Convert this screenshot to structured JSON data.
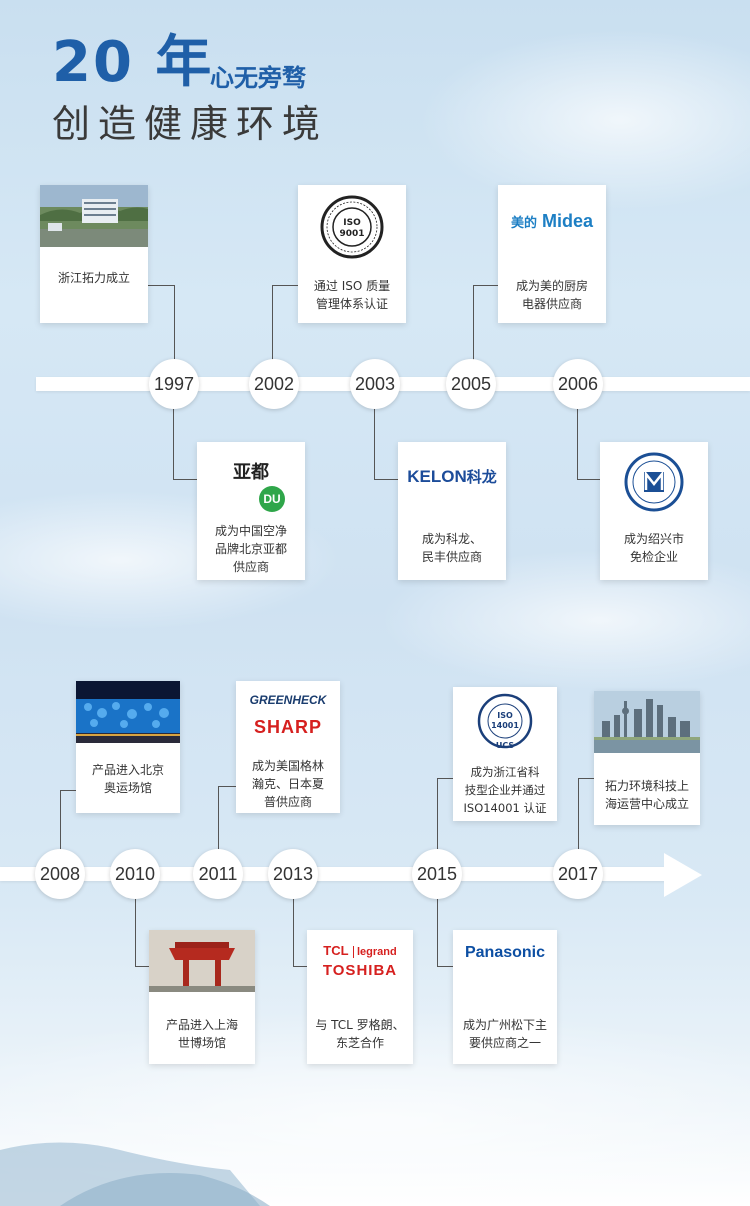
{
  "title": {
    "big": "20 年",
    "sub": "心无旁骛",
    "line2": "创造健康环境"
  },
  "section1": {
    "years": [
      "1997",
      "2002",
      "2003",
      "2005",
      "2006"
    ],
    "cards_top": [
      {
        "caption": "浙江拓力成立"
      },
      {
        "caption": "通过 ISO 质量\n管理体系认证",
        "logo": "ISO\n9001"
      },
      {
        "caption": "成为美的厨房\n电器供应商",
        "logo_cn": "美的",
        "logo_en": "Midea"
      }
    ],
    "cards_bottom": [
      {
        "caption": "成为中国空净\n品牌北京亚都\n供应商",
        "logo": "亚都",
        "badge": "DU"
      },
      {
        "caption": "成为科龙、\n民丰供应商",
        "logo": "KELON",
        "logo_cn": "科龙"
      },
      {
        "caption": "成为绍兴市\n免检企业"
      }
    ]
  },
  "section2": {
    "years": [
      "2008",
      "2010",
      "2011",
      "2013",
      "2015",
      "2017"
    ],
    "cards_top": [
      {
        "caption": "产品进入北京\n奥运场馆"
      },
      {
        "caption": "成为美国格林\n瀚克、日本夏\n普供应商",
        "logo1": "GREENHECK",
        "logo2": "SHARP"
      },
      {
        "caption": "成为浙江省科\n技型企业并通过\nISO14001 认证",
        "logo": "ISO\n14001",
        "logo_sub": "UCS"
      },
      {
        "caption": "拓力环境科技上\n海运营中心成立"
      }
    ],
    "cards_bottom": [
      {
        "caption": "产品进入上海\n世博场馆"
      },
      {
        "caption": "与 TCL 罗格朗、\n东芝合作",
        "logo1": "TCL",
        "logo2": "legrand",
        "logo3": "TOSHIBA"
      },
      {
        "caption": "成为广州松下主\n要供应商之一",
        "logo": "Panasonic"
      }
    ]
  }
}
